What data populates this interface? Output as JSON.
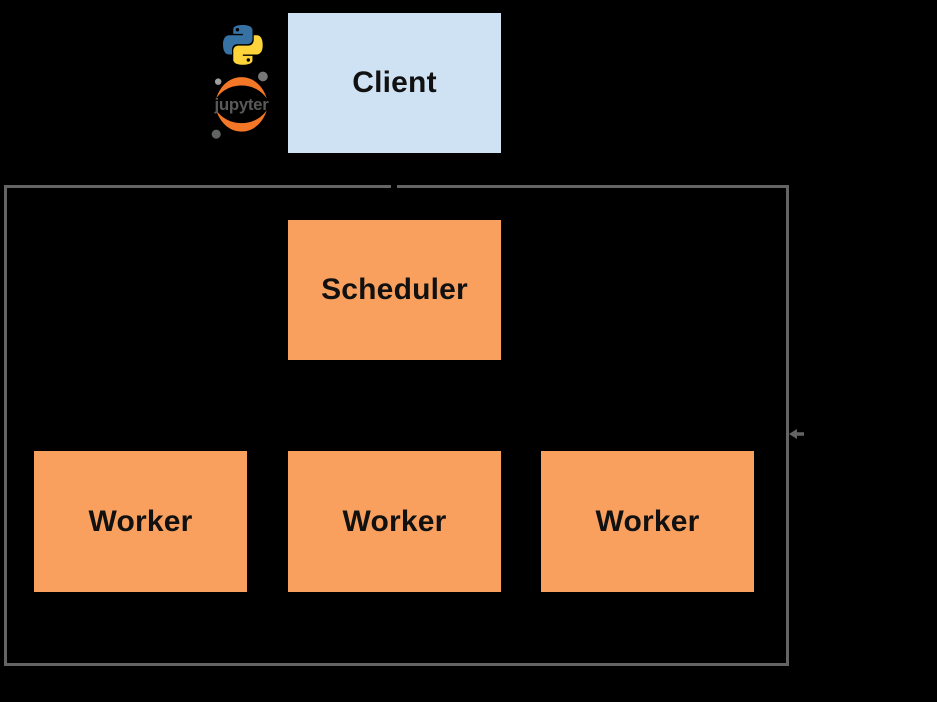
{
  "diagram": {
    "nodes": {
      "client": "Client",
      "scheduler": "Scheduler",
      "workers": [
        "Worker",
        "Worker",
        "Worker"
      ]
    },
    "logos": {
      "python": "python-logo",
      "jupyter": "jupyter-logo",
      "jupyter_wordmark": "jupyter"
    }
  },
  "colors": {
    "background": "#000000",
    "node_fill": "#F9A05E",
    "client_fill": "#CFE2F3",
    "cluster_border": "#646464",
    "label_text": "#111111",
    "jupyter_orange": "#F37726",
    "jupyter_text": "#595959",
    "python_blue": "#3672A4",
    "python_yellow": "#FFD43B",
    "dot_light": "#9E9E9E",
    "dot_mid": "#767677",
    "dot_dark": "#616262"
  }
}
